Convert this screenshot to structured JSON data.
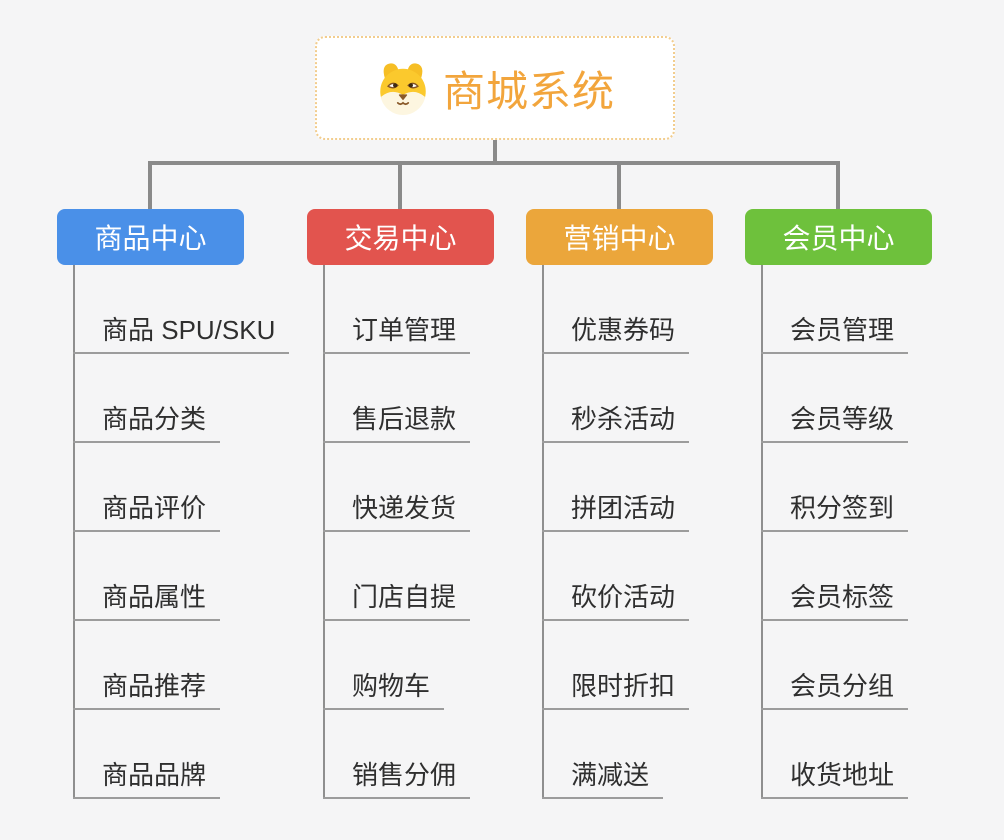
{
  "background": "#F5F5F6",
  "connector_color": "#8A8A8A",
  "root": {
    "label": "商城系统",
    "icon": "doge-icon",
    "text_color": "#F2A53C",
    "border_color": "#F2CD8E"
  },
  "branches": [
    {
      "label": "商品中心",
      "color": "#4A90E8",
      "items": [
        "商品 SPU/SKU",
        "商品分类",
        "商品评价",
        "商品属性",
        "商品推荐",
        "商品品牌"
      ]
    },
    {
      "label": "交易中心",
      "color": "#E2544E",
      "items": [
        "订单管理",
        "售后退款",
        "快递发货",
        "门店自提",
        "购物车",
        "销售分佣"
      ]
    },
    {
      "label": "营销中心",
      "color": "#EBA63B",
      "items": [
        "优惠券码",
        "秒杀活动",
        "拼团活动",
        "砍价活动",
        "限时折扣",
        "满减送"
      ]
    },
    {
      "label": "会员中心",
      "color": "#6EC13C",
      "items": [
        "会员管理",
        "会员等级",
        "积分签到",
        "会员标签",
        "会员分组",
        "收货地址"
      ]
    }
  ]
}
